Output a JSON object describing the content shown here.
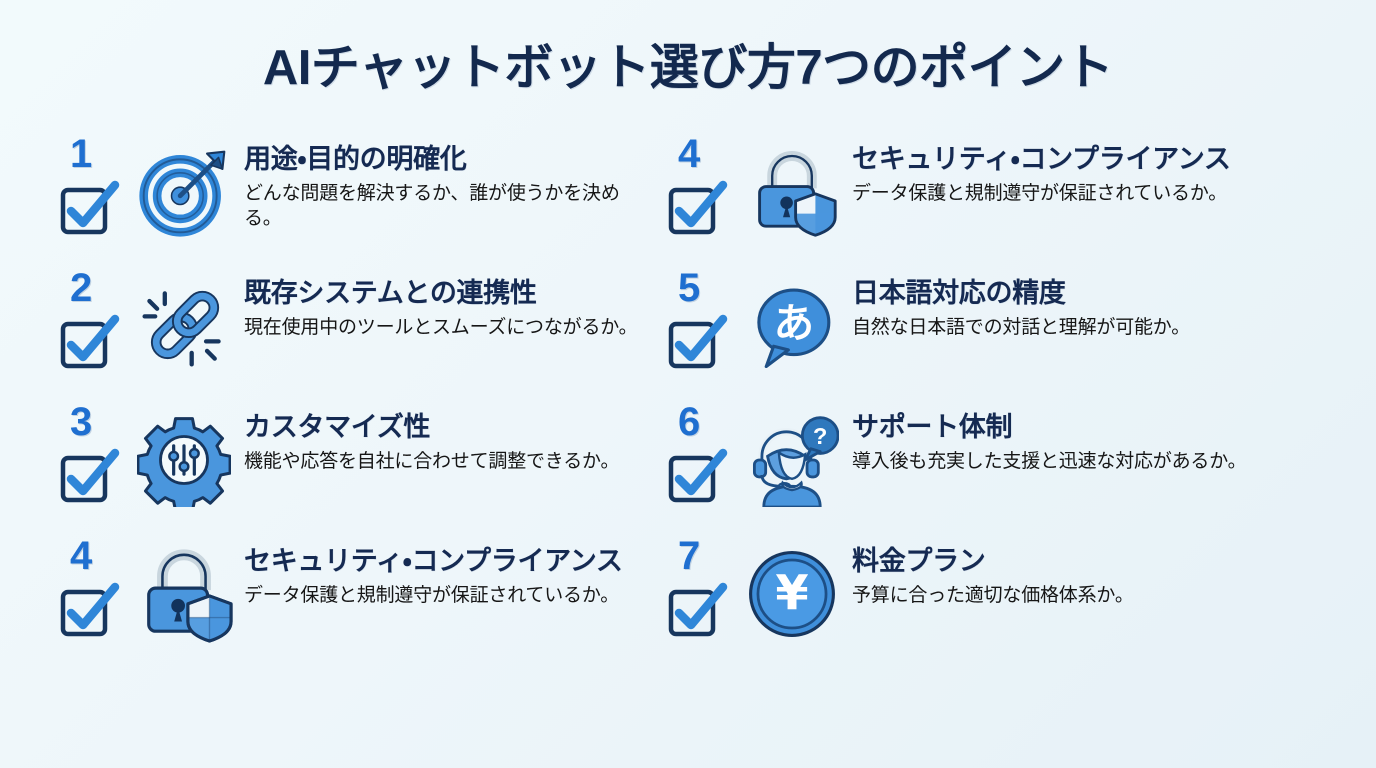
{
  "title": "AIチャットボット選び方7つのポイント",
  "theme": {
    "background_start": "#f2fafc",
    "background_end": "#e6f1f7",
    "title_color": "#13294e",
    "heading_color": "#152a52",
    "body_color": "#161616",
    "number_color": "#1f6fd0",
    "accent_blue": "#2f86d8",
    "navy_outline": "#17365e"
  },
  "columns": {
    "left": [
      {
        "number": "1",
        "icon": "target-icon",
        "check_icon": "checkbox-checked-icon",
        "title": "用途・目的の明確化",
        "description": "どんな問題を解決するか、誰が使うかを決める。"
      },
      {
        "number": "2",
        "icon": "chain-link-icon",
        "check_icon": "checkbox-checked-icon",
        "title": "既存システムとの連携性",
        "description": "現在使用中のツールとスムーズにつながるか。"
      },
      {
        "number": "3",
        "icon": "gear-sliders-icon",
        "check_icon": "checkbox-checked-icon",
        "title": "カスタマイズ性",
        "description": "機能や応答を自社に合わせて調整できるか。"
      },
      {
        "number": "4",
        "icon": "lock-shield-icon",
        "check_icon": "checkbox-checked-icon",
        "title": "セキュリティ・コンプライアンス",
        "description": "データ保護と規制遵守が保証されているか。"
      }
    ],
    "right": [
      {
        "number": "4",
        "icon": "lock-shield-icon",
        "check_icon": "checkbox-checked-icon",
        "title": "セキュリティ・コンプライアンス",
        "description": "データ保護と規制遵守が保証されているか。"
      },
      {
        "number": "5",
        "icon": "speech-bubble-japanese-icon",
        "icon_glyph": "あ",
        "check_icon": "checkbox-checked-icon",
        "title": "日本語対応の精度",
        "description": "自然な日本語での対話と理解が可能か。"
      },
      {
        "number": "6",
        "icon": "support-agent-headset-icon",
        "icon_glyph": "?",
        "check_icon": "checkbox-checked-icon",
        "title": "サポート体制",
        "description": "導入後も充実した支援と迅速な対応があるか。"
      },
      {
        "number": "7",
        "icon": "yen-coin-icon",
        "icon_glyph": "¥",
        "check_icon": "checkbox-checked-icon",
        "title": "料金プラン",
        "description": "予算に合った適切な価格体系か。"
      }
    ]
  }
}
